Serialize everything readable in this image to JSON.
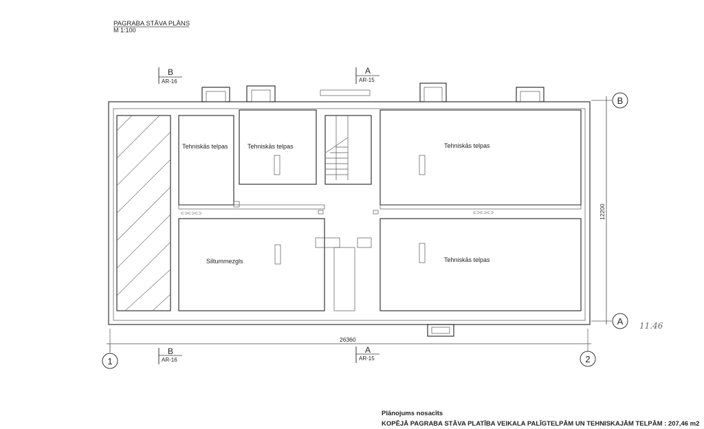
{
  "title": "PAGRABA STĀVA PLĀNS",
  "scale": "M 1:100",
  "sections": {
    "b_label": "B",
    "b_ref": "AR-16",
    "a_label": "A",
    "a_ref": "AR-15"
  },
  "rooms": [
    {
      "name": "Tehniskās telpas"
    },
    {
      "name": "Tehniskās telpas"
    },
    {
      "name": "Tehniskās telpas"
    },
    {
      "name": "Siltummezgls"
    },
    {
      "name": "Tehniskās telpas"
    }
  ],
  "axes": {
    "x1": "1",
    "x2": "2",
    "yA": "A",
    "yB": "B"
  },
  "dimensions": {
    "width": "26360",
    "height": "12200"
  },
  "handwritten_note": "11.46",
  "footer": {
    "status": "Plānojums nosacīts",
    "total_area": "KOPĒJĀ PAGRABA STĀVA PLATĪBA VEIKALA PALĪGTELPĀM UN TEHNISKAJĀM TELPĀM : 207,46 m2"
  }
}
